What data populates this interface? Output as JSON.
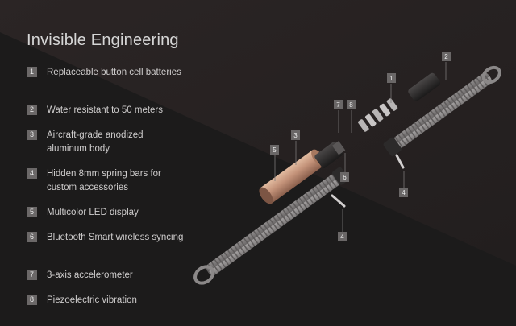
{
  "page": {
    "title": "Invisible Engineering",
    "features": [
      {
        "number": "1",
        "text": "Replaceable button cell batteries"
      },
      {
        "number": "2",
        "text": "Water resistant to 50 meters"
      },
      {
        "number": "3",
        "text": "Aircraft-grade anodized aluminum body"
      },
      {
        "number": "4",
        "text": "Hidden 8mm spring bars for custom accessories"
      },
      {
        "number": "5",
        "text": "Multicolor LED display"
      },
      {
        "number": "6",
        "text": "Bluetooth Smart wireless syncing"
      },
      {
        "number": "7",
        "text": "3-axis accelerometer"
      },
      {
        "number": "8",
        "text": "Piezoelectric vibration"
      }
    ]
  },
  "diagram": {
    "callouts": [
      "2",
      "1",
      "7",
      "8",
      "3",
      "5",
      "6",
      "4",
      "4"
    ]
  },
  "colors": {
    "background_top": "#2a2424",
    "background_bottom": "#1c1b1b",
    "body_copper": "#c79a7c",
    "strap_gray": "#858282",
    "badge_gray": "#6b6868",
    "text_light": "#cfcdcd"
  }
}
